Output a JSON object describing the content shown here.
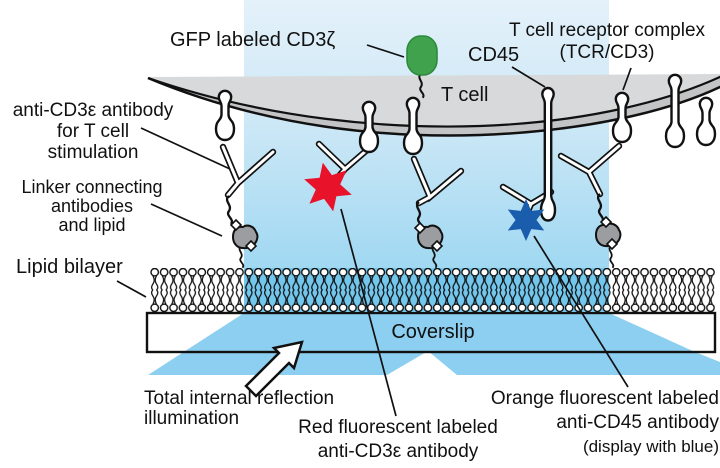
{
  "figure": {
    "type": "scientific diagram",
    "subject": "TIRF imaging of T cell activation on antibody-functionalized supported lipid bilayer"
  },
  "labels": {
    "gfp": "GFP labeled CD3ζ",
    "tcr_line1": "T cell receptor complex",
    "tcr_line2": "(TCR/CD3)",
    "cd45": "CD45",
    "t_cell": "T cell",
    "anti_cd3_line1": "anti-CD3ε antibody",
    "anti_cd3_line2": "for T cell",
    "anti_cd3_line3": "stimulation",
    "linker_line1": "Linker connecting",
    "linker_line2": "antibodies",
    "linker_line3": "and lipid",
    "lipid_bilayer": "Lipid bilayer",
    "coverslip": "Coverslip",
    "tir_line1": "Total internal reflection",
    "tir_line2": "illumination",
    "red_line1": "Red fluorescent labeled",
    "red_line2": "anti-CD3ε antibody",
    "orange_line1": "Orange fluorescent labeled",
    "orange_line2": "anti-CD45 antibody",
    "orange_line3": "(display with blue)"
  },
  "colors": {
    "gfp_green": "#41A24E",
    "gfp_green_edge": "#2C8A3D",
    "red_star": "#E8132B",
    "blue_star": "#1A5DAD",
    "beam_blue": "#8CCFF0",
    "bilayer_blue": "#73C7ED",
    "column_top_blue": "#E4F1FA",
    "column_bottom_blue": "#A0D8F2",
    "cell_gray": "#D8D9DA",
    "membrane_gray": "#C2C4C6",
    "linker_gray": "#9B9DA0",
    "outline_black": "#111111"
  }
}
